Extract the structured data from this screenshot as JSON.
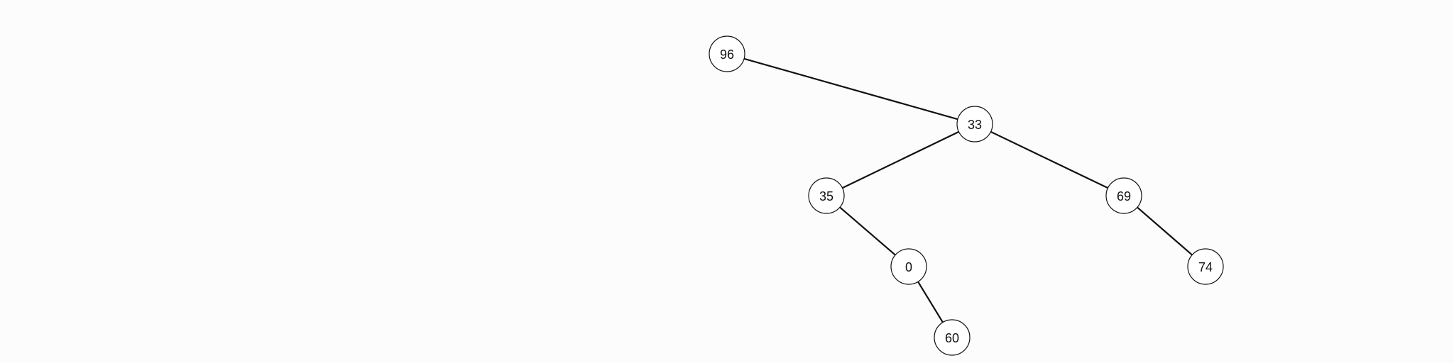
{
  "tree": {
    "nodes": [
      {
        "id": "n96",
        "label": "96"
      },
      {
        "id": "n33",
        "label": "33"
      },
      {
        "id": "n35",
        "label": "35"
      },
      {
        "id": "n69",
        "label": "69"
      },
      {
        "id": "n0",
        "label": "0"
      },
      {
        "id": "n74",
        "label": "74"
      },
      {
        "id": "n60",
        "label": "60"
      }
    ],
    "edges": [
      {
        "from": "n96",
        "to": "n33"
      },
      {
        "from": "n33",
        "to": "n35"
      },
      {
        "from": "n33",
        "to": "n69"
      },
      {
        "from": "n35",
        "to": "n0"
      },
      {
        "from": "n69",
        "to": "n74"
      },
      {
        "from": "n0",
        "to": "n60"
      }
    ]
  }
}
